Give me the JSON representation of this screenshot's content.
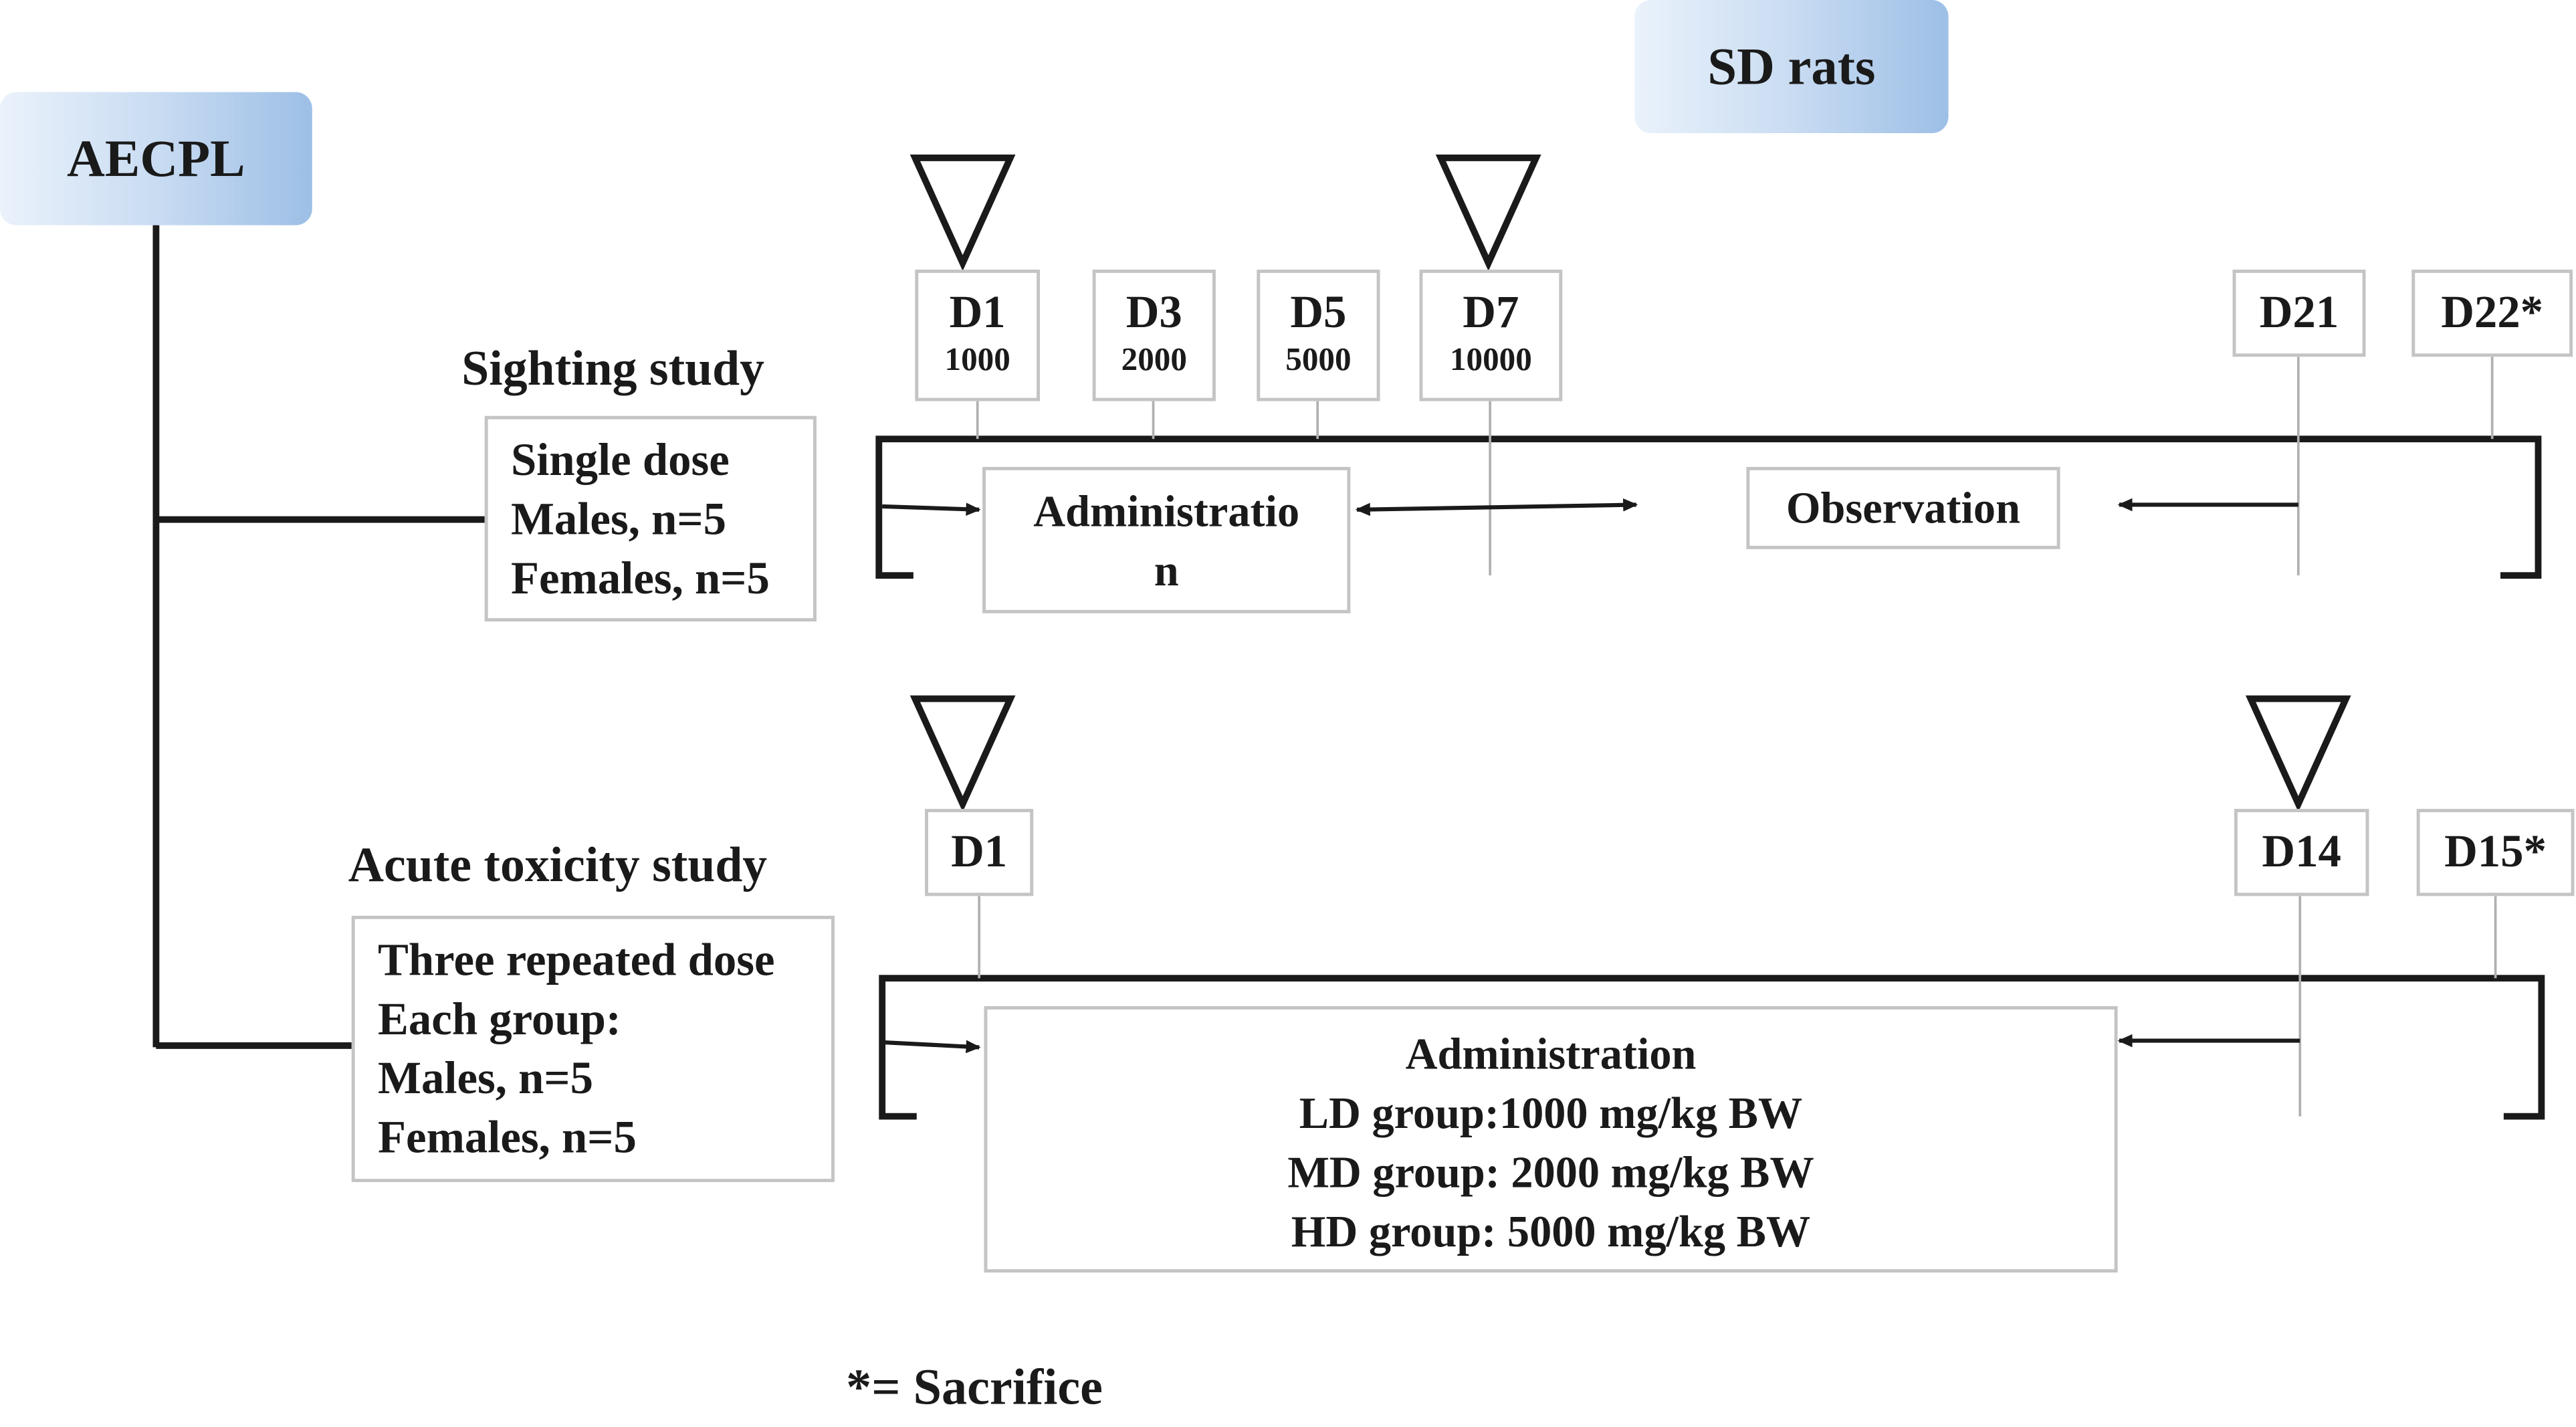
{
  "root": {
    "label": "AECPL"
  },
  "subject": {
    "label": "SD rats"
  },
  "sighting": {
    "title": "Sighting study",
    "info": [
      "Single dose",
      "Males, n=5",
      "Females, n=5"
    ],
    "days": [
      {
        "day": "D1",
        "dose": "1000"
      },
      {
        "day": "D3",
        "dose": "2000"
      },
      {
        "day": "D5",
        "dose": "5000"
      },
      {
        "day": "D7",
        "dose": "10000"
      },
      {
        "day": "D21",
        "dose": ""
      },
      {
        "day": "D22*",
        "dose": ""
      }
    ],
    "admin_lines": [
      "Administratio",
      "n"
    ],
    "observation": "Observation"
  },
  "acute": {
    "title": "Acute toxicity study",
    "info": [
      "Three repeated dose",
      "Each group:",
      "Males, n=5",
      "Females, n=5"
    ],
    "days": [
      {
        "day": "D1"
      },
      {
        "day": "D14"
      },
      {
        "day": "D15*"
      }
    ],
    "admin_lines": [
      "Administration",
      "LD group:1000 mg/kg BW",
      "MD group: 2000 mg/kg BW",
      "HD group: 5000 mg/kg BW"
    ]
  },
  "legend": {
    "text": "*= Sacrifice"
  }
}
